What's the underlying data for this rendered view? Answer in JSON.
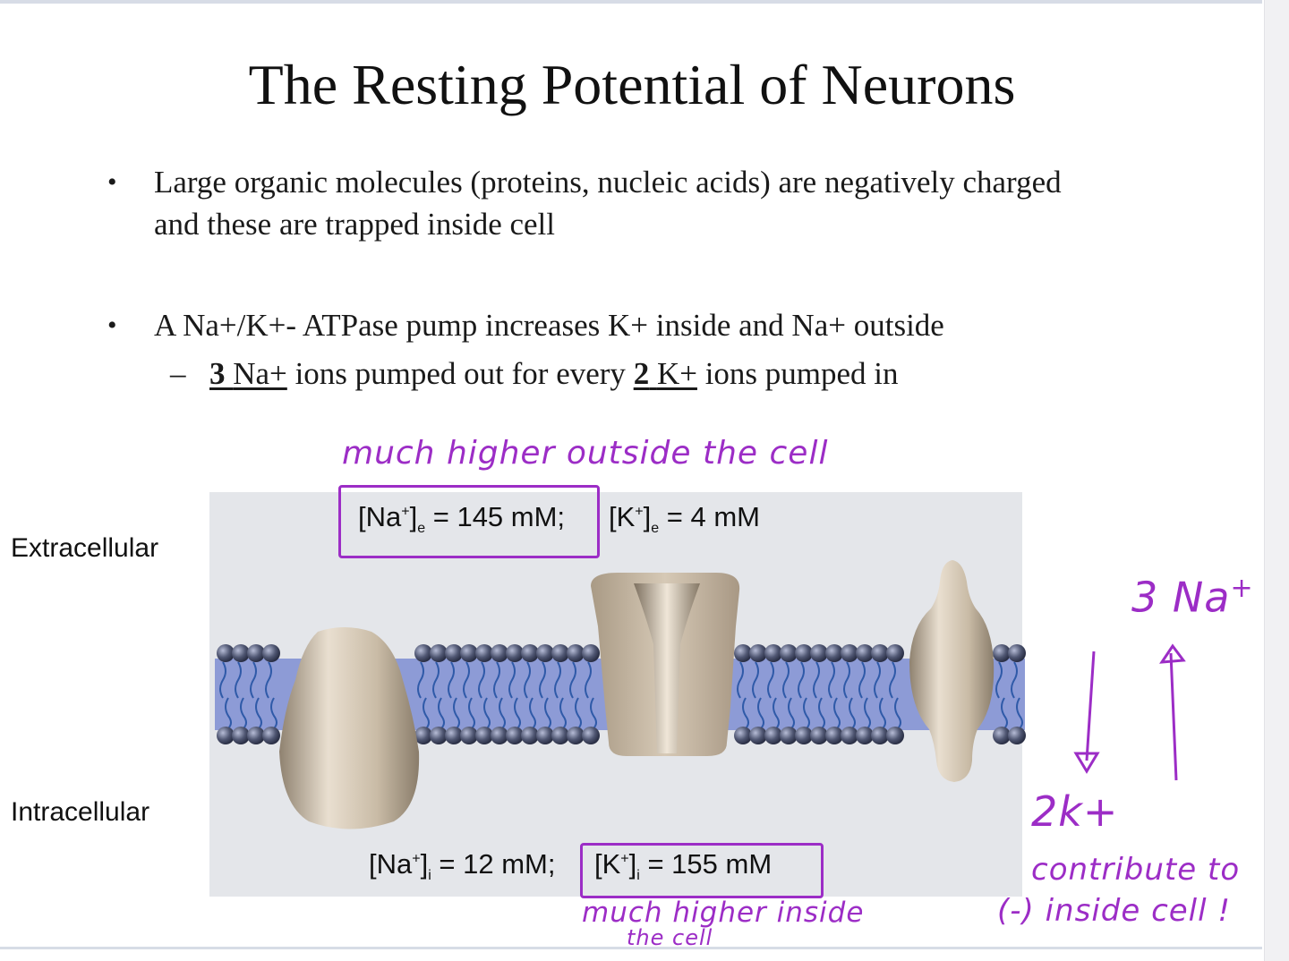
{
  "slide": {
    "title": "The Resting Potential of Neurons",
    "bullet1": "Large organic molecules (proteins, nucleic acids) are negatively charged and these are trapped inside cell",
    "bullet2": "A Na+/K+- ATPase pump increases K+ inside and Na+ outside",
    "sub_num1": "3",
    "sub_ion1": "Na+",
    "sub_mid": "ions pumped out for every",
    "sub_num2": "2",
    "sub_ion2": "K+",
    "sub_end": "ions pumped in"
  },
  "diagram": {
    "extracellular_label": "Extracellular",
    "intracellular_label": "Intracellular",
    "na_out": {
      "ion": "[Na",
      "sup": "+",
      "close": "]",
      "sub": "e",
      "value": " = 145 mM;"
    },
    "k_out": {
      "ion": "[K",
      "sup": "+",
      "close": "]",
      "sub": "e",
      "value": " = 4 mM"
    },
    "na_in": {
      "ion": "[Na",
      "sup": "+",
      "close": "]",
      "sub": "i",
      "value": " = 12 mM;"
    },
    "k_in": {
      "ion": "[K",
      "sup": "+",
      "close": "]",
      "sub": "i",
      "value": " = 155 mM"
    }
  },
  "annotations": {
    "top_note": "much higher outside the cell",
    "bottom_note_line1": "much higher inside",
    "bottom_note_line2": "the cell",
    "na_pump": "3 Na",
    "na_pump_sup": "+",
    "k_pump": "2k+",
    "contribute_line1": "contribute to",
    "contribute_line2": "(-) inside cell !"
  },
  "colors": {
    "annotation": "#9c2dc6",
    "membrane_fill": "#8d9bd6",
    "lipid_head": "#4f5672",
    "protein": "#c7b9a4",
    "panel": "#e4e6ea"
  }
}
